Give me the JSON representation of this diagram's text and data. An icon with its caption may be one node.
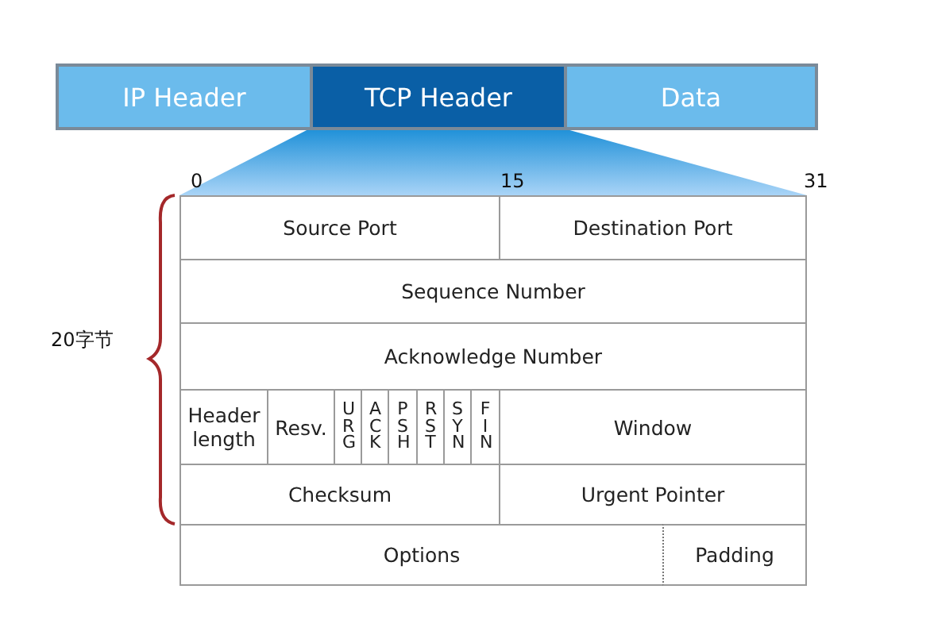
{
  "diagram": {
    "nodes": [
      {
        "text": [
          "IP Header"
        ]
      },
      {
        "text": [
          "TCP  Header"
        ]
      },
      {
        "text": [
          "Data"
        ]
      },
      {
        "text": [
          "Source Port"
        ]
      },
      {
        "text": [
          "Destination Port"
        ]
      },
      {
        "text": [
          "Sequence Number"
        ]
      },
      {
        "text": [
          "Acknowledge Number"
        ]
      },
      {
        "text": [
          "Header length"
        ]
      },
      {
        "text": [
          "Resv."
        ]
      },
      {
        "text": [
          "URG"
        ]
      },
      {
        "text": [
          "ACK"
        ]
      },
      {
        "text": [
          "PSH"
        ]
      },
      {
        "text": [
          "RST"
        ]
      },
      {
        "text": [
          "SYN"
        ]
      },
      {
        "text": [
          "FIN"
        ]
      },
      {
        "text": [
          "Window"
        ]
      },
      {
        "text": [
          "Checksum"
        ]
      },
      {
        "text": [
          "Urgent Pointer"
        ]
      },
      {
        "text": [
          "Options"
        ]
      },
      {
        "text": [
          "Padding"
        ]
      }
    ],
    "labels": [
      "0",
      "15",
      "31",
      "20字节"
    ]
  }
}
